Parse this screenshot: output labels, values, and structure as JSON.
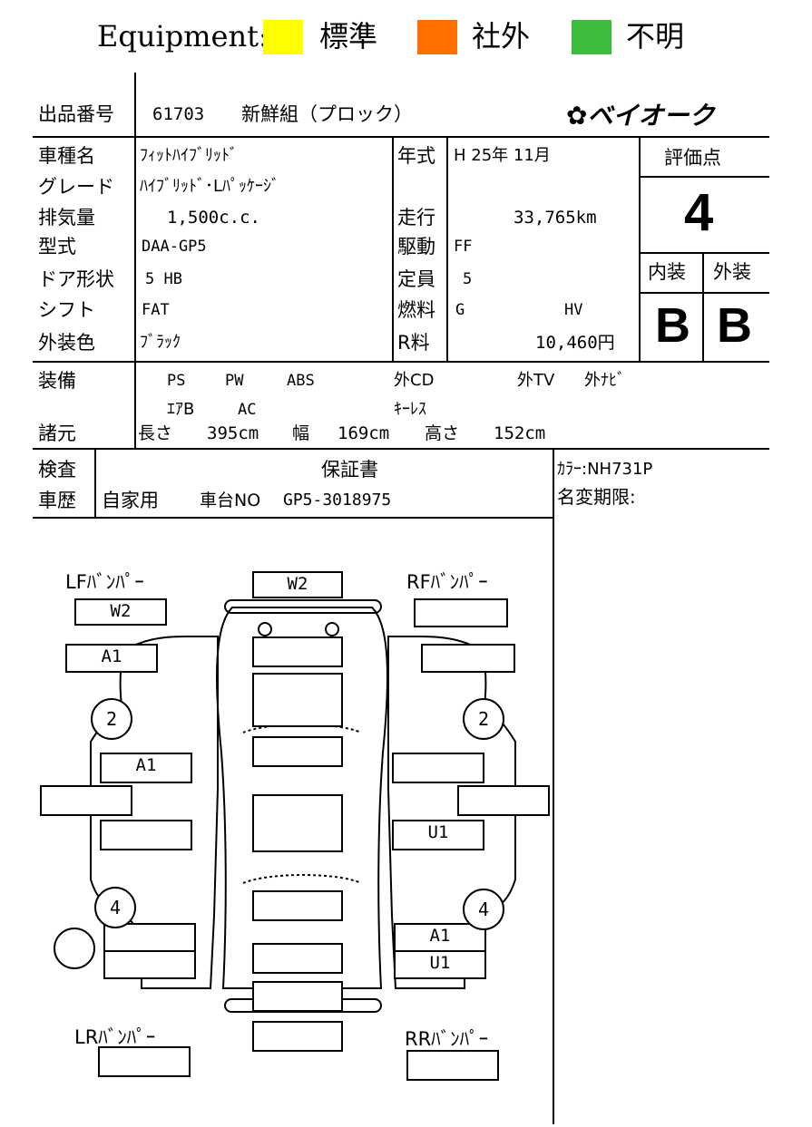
{
  "legend": {
    "title": "Equipment:",
    "items": [
      {
        "label": "標準",
        "color": "#ffff00"
      },
      {
        "label": "社外",
        "color": "#ff7000"
      },
      {
        "label": "不明",
        "color": "#3cbe3c"
      }
    ]
  },
  "header": {
    "lot_label": "出品番号",
    "lot_number": "61703",
    "lot_note": "新鮮組（プロック）",
    "brand": "ベイオーク"
  },
  "specs": {
    "model_label": "車種名",
    "model": "ﾌｨｯﾄﾊｲﾌﾞﾘｯﾄﾞ",
    "grade_label": "グレード",
    "grade": "ﾊｲﾌﾞﾘｯﾄﾞ･Lﾊﾟｯｹｰｼﾞ",
    "displacement_label": "排気量",
    "displacement": "1,500c.c.",
    "type_label": "型式",
    "type": "DAA-GP5",
    "door_label": "ドア形状",
    "door": "5 HB",
    "shift_label": "シフト",
    "shift": "FAT",
    "color_label": "外装色",
    "color": "ﾌﾞﾗｯｸ",
    "year_label": "年式",
    "year": "H 25年 11月",
    "mileage_label": "走行",
    "mileage": "33,765km",
    "drive_label": "駆動",
    "drive": "FF",
    "capacity_label": "定員",
    "capacity": "5",
    "fuel_label": "燃料",
    "fuel": "G",
    "fuel_extra": "HV",
    "recycle_label": "R料",
    "recycle": "10,460円"
  },
  "grades": {
    "score_label": "評価点",
    "score": "4",
    "interior_label": "内装",
    "interior": "B",
    "exterior_label": "外装",
    "exterior": "B"
  },
  "equipment": {
    "label": "装備",
    "row1": [
      "PS",
      "PW",
      "ABS",
      "外CD",
      "外TV",
      "外ﾅﾋﾞ"
    ],
    "row2": [
      "ｴｱB",
      "AC",
      "ｷｰﾚｽ"
    ]
  },
  "dimensions": {
    "label": "諸元",
    "length_label": "長さ",
    "length": "395cm",
    "width_label": "幅",
    "width": "169cm",
    "height_label": "高さ",
    "height": "152cm"
  },
  "inspection": {
    "label": "検査",
    "history_label": "車歴",
    "history": "自家用",
    "chassis_label": "車台NO",
    "chassis": "GP5-3018975",
    "warranty": "保証書",
    "color_code": "ｶﾗｰ:NH731P",
    "name_change": "名変期限:"
  },
  "diagram": {
    "lf_bumper": "LFﾊﾞﾝﾊﾟｰ",
    "rf_bumper": "RFﾊﾞﾝﾊﾟｰ",
    "lr_bumper": "LRﾊﾞﾝﾊﾟｰ",
    "rr_bumper": "RRﾊﾞﾝﾊﾟｰ",
    "front_top": "W2",
    "lf_box1": "W2",
    "lf_box2": "A1",
    "left_door_front": "A1",
    "right_door_rear": "U1",
    "right_rear_a": "A1",
    "right_rear_b": "U1",
    "wheel_lf": "2",
    "wheel_rf": "2",
    "wheel_lr": "4",
    "wheel_rr": "4"
  }
}
